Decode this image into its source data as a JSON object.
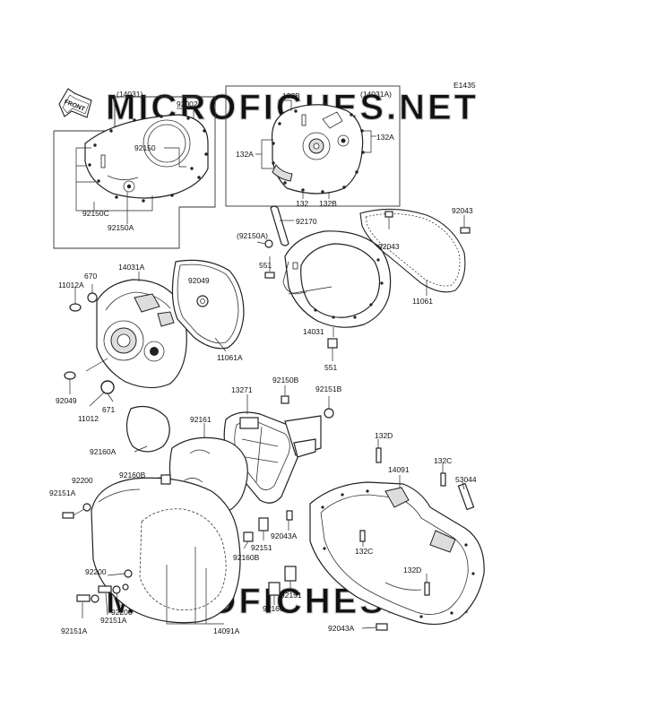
{
  "diagram": {
    "ref_code": "E1435",
    "front_label": "FRONT",
    "watermarks": [
      "MICROFICHES.NET",
      "MICROFICHES.NET"
    ],
    "labels": {
      "l_14031_box": "(14031)",
      "l_92002": "92002",
      "l_92150_box": "92150",
      "l_92150c": "92150C",
      "l_92150a_box": "92150A",
      "l_14031a_box": "(14031A)",
      "l_132b_top": "132B",
      "l_132a_right": "132A",
      "l_132a_left": "132A",
      "l_132": "132",
      "l_132b_bottom": "132B",
      "l_92170": "92170",
      "l_92150a_paren": "(92150A)",
      "l_551_top": "551",
      "l_92043_right": "92043",
      "l_92043_mid": "92043",
      "l_11061": "11061",
      "l_670": "670",
      "l_14031a": "14031A",
      "l_11012a": "11012A",
      "l_92049_top": "92049",
      "l_11061a": "11061A",
      "l_14031": "14031",
      "l_551_bottom": "551",
      "l_92049_bottom": "92049",
      "l_671": "671",
      "l_11012": "11012",
      "l_13271": "13271",
      "l_92150b": "92150B",
      "l_92151b": "92151B",
      "l_92161": "92161",
      "l_92160a": "92160A",
      "l_132d_top": "132D",
      "l_14091": "14091",
      "l_132c_right": "132C",
      "l_53044": "53044",
      "l_92200_top": "92200",
      "l_92160b_top": "92160B",
      "l_92151a_left": "92151A",
      "l_92151_mid": "92151",
      "l_92043a_mid": "92043A",
      "l_92160b_bottom": "92160B",
      "l_132c_mid": "132C",
      "l_92200_mid": "92200",
      "l_132d_bottom": "132D",
      "l_92151_right": "92151",
      "l_92160": "92160",
      "l_92200_bottom": "92200",
      "l_92151a_mid": "92151A",
      "l_92151a_bottom": "92151A",
      "l_14091a": "14091A",
      "l_92043a_bottom": "92043A"
    }
  }
}
